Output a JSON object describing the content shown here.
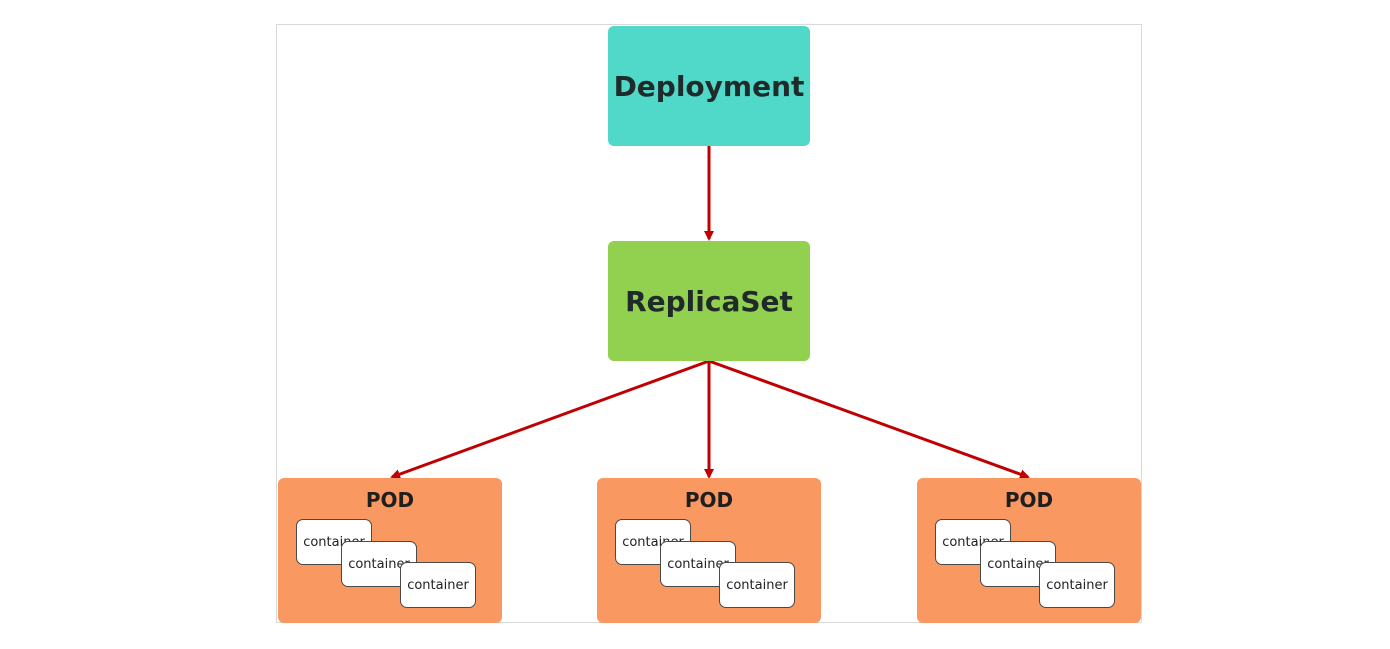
{
  "nodes": {
    "deployment": {
      "label": "Deployment",
      "color": "#50d8c8"
    },
    "replicaset": {
      "label": "ReplicaSet",
      "color": "#92d050"
    }
  },
  "pod_color": "#f99860",
  "arrow_color": "#c00000",
  "pods": [
    {
      "title": "POD",
      "containers": [
        "container",
        "container",
        "container"
      ]
    },
    {
      "title": "POD",
      "containers": [
        "container",
        "container",
        "container"
      ]
    },
    {
      "title": "POD",
      "containers": [
        "container",
        "container",
        "container"
      ]
    }
  ],
  "edges": [
    {
      "from": "deployment",
      "to": "replicaset"
    },
    {
      "from": "replicaset",
      "to": "pod-1"
    },
    {
      "from": "replicaset",
      "to": "pod-2"
    },
    {
      "from": "replicaset",
      "to": "pod-3"
    }
  ]
}
